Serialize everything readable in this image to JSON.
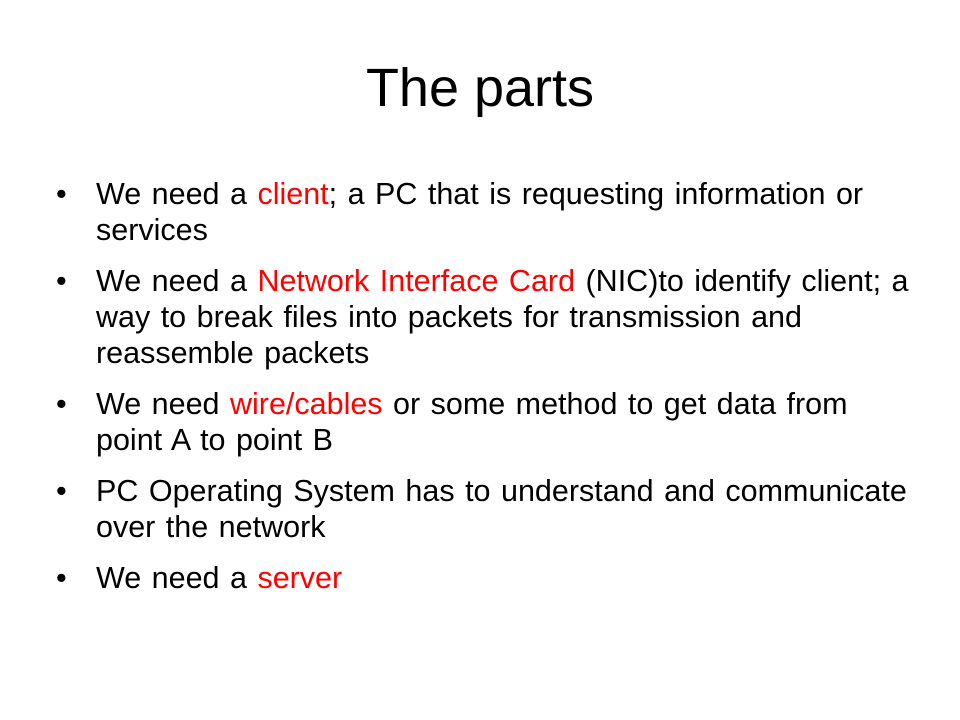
{
  "slide": {
    "title": "The parts",
    "bullet_glyph": "•",
    "highlight_color": "#ff0000",
    "bullets": [
      {
        "segments": [
          {
            "text": "We need a ",
            "highlight": false
          },
          {
            "text": "client",
            "highlight": true
          },
          {
            "text": "; a PC that is requesting information or services",
            "highlight": false
          }
        ]
      },
      {
        "segments": [
          {
            "text": "We need a ",
            "highlight": false
          },
          {
            "text": "Network Interface Card",
            "highlight": true
          },
          {
            "text": " (NIC)to identify client; a way to break files into packets for transmission and reassemble packets",
            "highlight": false
          }
        ]
      },
      {
        "segments": [
          {
            "text": "We need ",
            "highlight": false
          },
          {
            "text": "wire/cables",
            "highlight": true
          },
          {
            "text": " or some method to get data from point A to point B",
            "highlight": false
          }
        ]
      },
      {
        "segments": [
          {
            "text": "PC Operating System has to understand and communicate over the network",
            "highlight": false
          }
        ]
      },
      {
        "segments": [
          {
            "text": "We need a ",
            "highlight": false
          },
          {
            "text": "server",
            "highlight": true
          }
        ]
      }
    ]
  }
}
